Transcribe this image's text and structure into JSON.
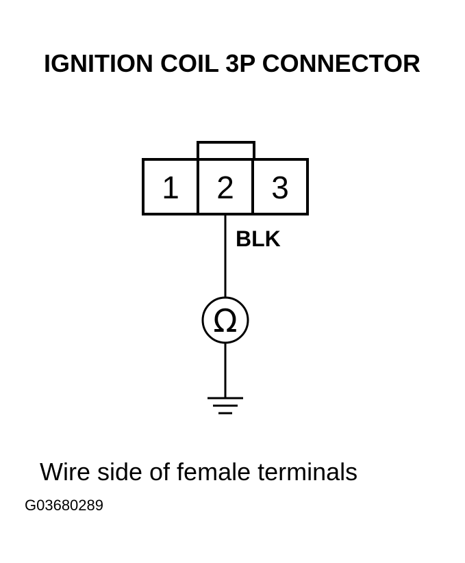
{
  "title": "IGNITION COIL 3P CONNECTOR",
  "connector": {
    "pins": [
      "1",
      "2",
      "3"
    ],
    "wire_color": "BLK"
  },
  "meter": {
    "symbol": "Ω",
    "icon": "ohmmeter-icon"
  },
  "ground": {
    "icon": "ground-icon"
  },
  "caption": "Wire side of female terminals",
  "figure_id": "G03680289",
  "colors": {
    "line": "#000000",
    "background": "#ffffff"
  }
}
